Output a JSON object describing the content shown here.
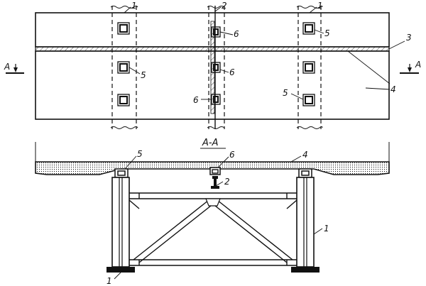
{
  "labels": {
    "column_left": "1",
    "column_right": "1",
    "column_bottom": "1",
    "column_side": "1",
    "rail_top": "2",
    "rail_section": "2",
    "joint": "3",
    "slab_plan": "4",
    "slab_section": "4",
    "bearing_plan_top": "5",
    "bearing_plan_left": "5",
    "bearing_plan_right": "5",
    "bearing_section": "5",
    "rail_support_top": "6",
    "rail_support_bottom": "6",
    "rail_support_section": "6"
  },
  "section": {
    "mark": "A",
    "title": "A-A"
  }
}
